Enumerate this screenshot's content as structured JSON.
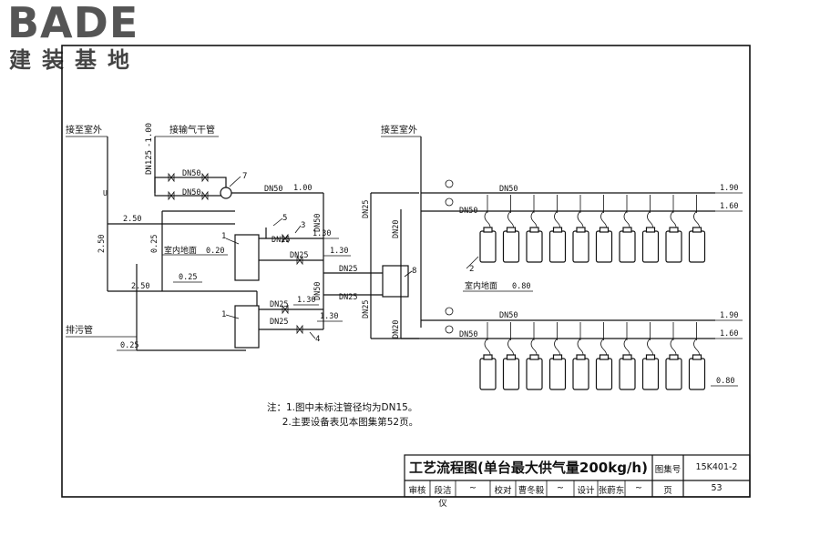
{
  "logo": {
    "word": "BADE",
    "sub": "建装基地"
  },
  "labels": {
    "outdoor_left": "接至室外",
    "gas_main": "接输气干管",
    "dn125": "DN125",
    "elev_m100": "-1.00",
    "dn50_a": "DN50",
    "dn50_b": "DN50",
    "dn50_c": "DN50",
    "elev_100": "1.00",
    "dn50_vert": "DN50",
    "elev_250_a": "2.50",
    "elev_250_b": "2.50",
    "elev_250_c": "2.50",
    "elev_025_a": "0.25",
    "elev_025_b": "0.25",
    "elev_025_c": "0.25",
    "floor_left": "室内地面",
    "elev_020": "0.20",
    "dn25_a": "DN25",
    "dn25_b": "DN25",
    "dn25_c": "DN25",
    "dn25_d": "DN25",
    "elev_130_a": "1.30",
    "elev_130_b": "1.30",
    "elev_130_c": "1.30",
    "elev_130_d": "1.30",
    "dn50_vert2": "DN50",
    "drain": "排污管",
    "dn25_r1": "DN25",
    "dn25_r2": "DN25",
    "dn25_r3": "DN25",
    "dn25_r4": "DN25",
    "outdoor_right": "接至室外",
    "dn20_a": "DN20",
    "dn20_b": "DN20",
    "dn50_top": "DN50",
    "dn50_top2": "DN50",
    "dn50_bot": "DN50",
    "dn50_bot2": "DN50",
    "elev_190_a": "1.90",
    "elev_160_a": "1.60",
    "elev_190_b": "1.90",
    "elev_160_b": "1.60",
    "floor_right": "室内地面",
    "elev_080_a": "0.80",
    "elev_080_b": "0.80"
  },
  "callouts": {
    "c1a": "1",
    "c1b": "1",
    "c2": "2",
    "c3": "3",
    "c4": "4",
    "c5": "5",
    "c7": "7",
    "c8": "8"
  },
  "notes": {
    "line1": "注：1.图中未标注管径均为DN15。",
    "line2": "     2.主要设备表见本图集第52页。"
  },
  "title_block": {
    "title": "工艺流程图(单台最大供气量200kg/h)",
    "atlas_label": "图集号",
    "atlas_no": "15K401-2",
    "review_label": "审核",
    "reviewer": "段洁仪",
    "check_label": "校对",
    "checker": "曹冬毅",
    "design_label": "设计",
    "designer": "张蔚东",
    "page_label": "页",
    "page_no": "53"
  },
  "cylinder_rows": {
    "top_count": 10,
    "bottom_count": 10
  }
}
